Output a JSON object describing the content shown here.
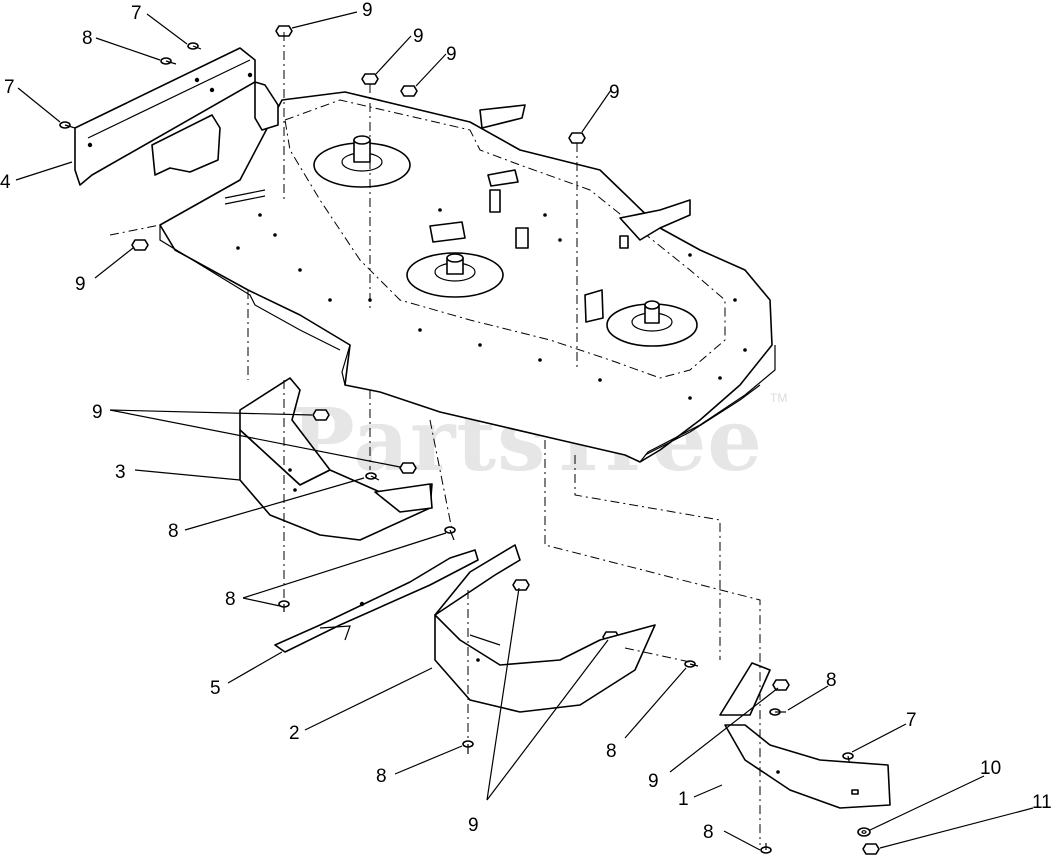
{
  "watermark": {
    "text": "PartsTree",
    "trademark": "TM"
  },
  "callouts": [
    {
      "id": "c1",
      "label": "7"
    },
    {
      "id": "c2",
      "label": "8"
    },
    {
      "id": "c3",
      "label": "7"
    },
    {
      "id": "c4",
      "label": "4"
    },
    {
      "id": "c5",
      "label": "9"
    },
    {
      "id": "c6",
      "label": "9"
    },
    {
      "id": "c7",
      "label": "9"
    },
    {
      "id": "c8",
      "label": "9"
    },
    {
      "id": "c9",
      "label": "9"
    },
    {
      "id": "c10",
      "label": "9"
    },
    {
      "id": "c11",
      "label": "3"
    },
    {
      "id": "c12",
      "label": "8"
    },
    {
      "id": "c13",
      "label": "8"
    },
    {
      "id": "c14",
      "label": "5"
    },
    {
      "id": "c15",
      "label": "2"
    },
    {
      "id": "c16",
      "label": "8"
    },
    {
      "id": "c17",
      "label": "9"
    },
    {
      "id": "c18",
      "label": "8"
    },
    {
      "id": "c19",
      "label": "9"
    },
    {
      "id": "c20",
      "label": "8"
    },
    {
      "id": "c21",
      "label": "7"
    },
    {
      "id": "c22",
      "label": "1"
    },
    {
      "id": "c23",
      "label": "10"
    },
    {
      "id": "c24",
      "label": "11"
    },
    {
      "id": "c25",
      "label": "8"
    }
  ]
}
